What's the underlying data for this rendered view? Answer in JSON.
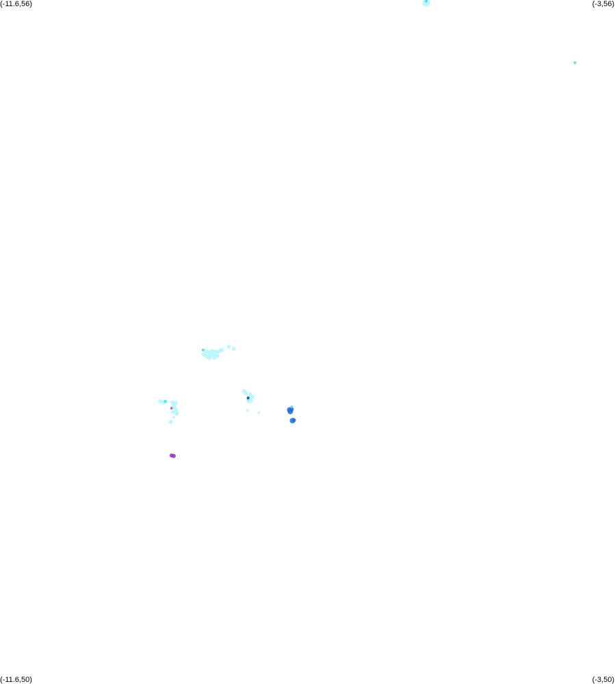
{
  "corners": {
    "top_left": "(-11.6,56)",
    "top_right": "(-3,56)",
    "bottom_left": "(-11.6,50)",
    "bottom_right": "(-3,50)"
  },
  "bounds": {
    "lon_min": -11.6,
    "lon_max": -3,
    "lat_min": 50,
    "lat_max": 56
  },
  "colors": {
    "light_cyan": "#b3f7ff",
    "cyan": "#41d7f2",
    "blue": "#1f6fe0",
    "dark_blue": "#1033b8",
    "magenta": "#d438d4",
    "purple": "#9b2fc6"
  },
  "points": [
    {
      "lon": -5.64,
      "lat": 55.98,
      "color": "light_cyan",
      "r": 5
    },
    {
      "lon": -5.63,
      "lat": 55.97,
      "color": "light_cyan",
      "r": 4
    },
    {
      "lon": -5.65,
      "lat": 55.965,
      "color": "light_cyan",
      "r": 4
    },
    {
      "lon": -5.64,
      "lat": 55.99,
      "color": "cyan",
      "r": 2
    },
    {
      "lon": -3.56,
      "lat": 55.45,
      "color": "cyan",
      "r": 2
    },
    {
      "lon": -8.4,
      "lat": 52.96,
      "color": "light_cyan",
      "r": 3
    },
    {
      "lon": -8.33,
      "lat": 52.94,
      "color": "light_cyan",
      "r": 3
    },
    {
      "lon": -8.76,
      "lat": 52.93,
      "color": "cyan",
      "r": 2
    },
    {
      "lon": -8.72,
      "lat": 52.92,
      "color": "light_cyan",
      "r": 3
    },
    {
      "lon": -8.68,
      "lat": 52.91,
      "color": "light_cyan",
      "r": 3
    },
    {
      "lon": -8.63,
      "lat": 52.92,
      "color": "light_cyan",
      "r": 3
    },
    {
      "lon": -8.6,
      "lat": 52.915,
      "color": "light_cyan",
      "r": 3
    },
    {
      "lon": -8.56,
      "lat": 52.915,
      "color": "light_cyan",
      "r": 3
    },
    {
      "lon": -8.52,
      "lat": 52.92,
      "color": "light_cyan",
      "r": 3
    },
    {
      "lon": -8.5,
      "lat": 52.93,
      "color": "light_cyan",
      "r": 3
    },
    {
      "lon": -8.75,
      "lat": 52.89,
      "color": "light_cyan",
      "r": 3
    },
    {
      "lon": -8.72,
      "lat": 52.88,
      "color": "light_cyan",
      "r": 3
    },
    {
      "lon": -8.66,
      "lat": 52.885,
      "color": "light_cyan",
      "r": 3
    },
    {
      "lon": -8.62,
      "lat": 52.89,
      "color": "light_cyan",
      "r": 3
    },
    {
      "lon": -8.58,
      "lat": 52.88,
      "color": "light_cyan",
      "r": 3
    },
    {
      "lon": -8.7,
      "lat": 52.87,
      "color": "light_cyan",
      "r": 3
    },
    {
      "lon": -8.67,
      "lat": 52.86,
      "color": "light_cyan",
      "r": 3
    },
    {
      "lon": -8.6,
      "lat": 52.86,
      "color": "light_cyan",
      "r": 3
    },
    {
      "lon": -8.56,
      "lat": 52.875,
      "color": "light_cyan",
      "r": 3
    },
    {
      "lon": -8.19,
      "lat": 52.57,
      "color": "light_cyan",
      "r": 3
    },
    {
      "lon": -8.16,
      "lat": 52.55,
      "color": "light_cyan",
      "r": 3
    },
    {
      "lon": -8.1,
      "lat": 52.54,
      "color": "light_cyan",
      "r": 3
    },
    {
      "lon": -8.12,
      "lat": 52.51,
      "color": "light_cyan",
      "r": 3
    },
    {
      "lon": -8.07,
      "lat": 52.515,
      "color": "light_cyan",
      "r": 3
    },
    {
      "lon": -8.13,
      "lat": 52.49,
      "color": "cyan",
      "r": 2
    },
    {
      "lon": -8.13,
      "lat": 52.51,
      "color": "dark_blue",
      "r": 2
    },
    {
      "lon": -8.09,
      "lat": 52.485,
      "color": "light_cyan",
      "r": 3
    },
    {
      "lon": -8.12,
      "lat": 52.48,
      "color": "light_cyan",
      "r": 3
    },
    {
      "lon": -8.14,
      "lat": 52.4,
      "color": "light_cyan",
      "r": 2
    },
    {
      "lon": -7.98,
      "lat": 52.38,
      "color": "light_cyan",
      "r": 2
    },
    {
      "lon": -9.36,
      "lat": 52.48,
      "color": "light_cyan",
      "r": 3
    },
    {
      "lon": -9.32,
      "lat": 52.47,
      "color": "light_cyan",
      "r": 3
    },
    {
      "lon": -9.28,
      "lat": 52.475,
      "color": "light_cyan",
      "r": 3
    },
    {
      "lon": -9.29,
      "lat": 52.48,
      "color": "cyan",
      "r": 2
    },
    {
      "lon": -9.19,
      "lat": 52.47,
      "color": "light_cyan",
      "r": 3
    },
    {
      "lon": -9.14,
      "lat": 52.465,
      "color": "light_cyan",
      "r": 3
    },
    {
      "lon": -9.17,
      "lat": 52.45,
      "color": "light_cyan",
      "r": 3
    },
    {
      "lon": -9.2,
      "lat": 52.42,
      "color": "magenta",
      "r": 2
    },
    {
      "lon": -9.16,
      "lat": 52.425,
      "color": "light_cyan",
      "r": 3
    },
    {
      "lon": -9.14,
      "lat": 52.4,
      "color": "light_cyan",
      "r": 3
    },
    {
      "lon": -9.18,
      "lat": 52.385,
      "color": "light_cyan",
      "r": 3
    },
    {
      "lon": -9.12,
      "lat": 52.375,
      "color": "cyan",
      "r": 2
    },
    {
      "lon": -9.13,
      "lat": 52.37,
      "color": "light_cyan",
      "r": 3
    },
    {
      "lon": -9.17,
      "lat": 52.34,
      "color": "light_cyan",
      "r": 2
    },
    {
      "lon": -9.21,
      "lat": 52.3,
      "color": "light_cyan",
      "r": 3
    },
    {
      "lon": -7.55,
      "lat": 52.405,
      "color": "blue",
      "r": 4
    },
    {
      "lon": -7.52,
      "lat": 52.41,
      "color": "blue",
      "r": 3
    },
    {
      "lon": -7.54,
      "lat": 52.39,
      "color": "blue",
      "r": 4
    },
    {
      "lon": -7.52,
      "lat": 52.43,
      "color": "cyan",
      "r": 2
    },
    {
      "lon": -7.51,
      "lat": 52.31,
      "color": "blue",
      "r": 4
    },
    {
      "lon": -7.49,
      "lat": 52.315,
      "color": "blue",
      "r": 3
    },
    {
      "lon": -9.2,
      "lat": 52.005,
      "color": "purple",
      "r": 3
    },
    {
      "lon": -9.17,
      "lat": 52.0,
      "color": "purple",
      "r": 3
    }
  ]
}
